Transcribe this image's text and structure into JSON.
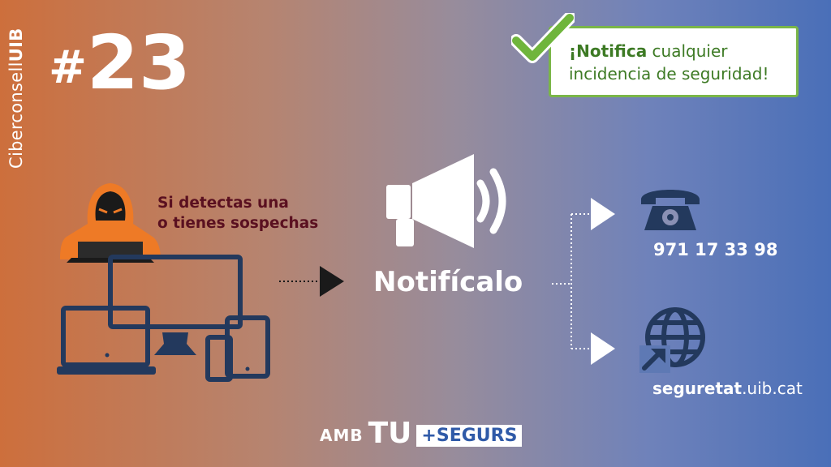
{
  "brand": {
    "prefix": "Ciberconsell",
    "suffix": "UIB"
  },
  "tip": {
    "hash": "#",
    "number": "23"
  },
  "notice": {
    "bold": "¡Notifica",
    "line1_rest": " cualquier",
    "line2": "incidencia de seguridad!"
  },
  "suspect": {
    "line1": "Si detectas una",
    "line2": "o tienes sospechas"
  },
  "action": {
    "label": "Notifícalo"
  },
  "contact": {
    "phone": "971 17 33 98",
    "web_bold": "seguretat",
    "web_rest": ".uib.cat"
  },
  "footer": {
    "amb": "AMB",
    "tu": "TU",
    "mes": "+SEGURS"
  },
  "colors": {
    "orange": "#cd6f3c",
    "blue": "#4a6fb8",
    "navy": "#23395d",
    "green": "#7ab648",
    "dark_red": "#5a1020"
  },
  "icons": [
    "checkmark-icon",
    "hacker-icon",
    "devices-icon",
    "arrow-right-icon",
    "megaphone-icon",
    "telephone-icon",
    "globe-icon"
  ]
}
